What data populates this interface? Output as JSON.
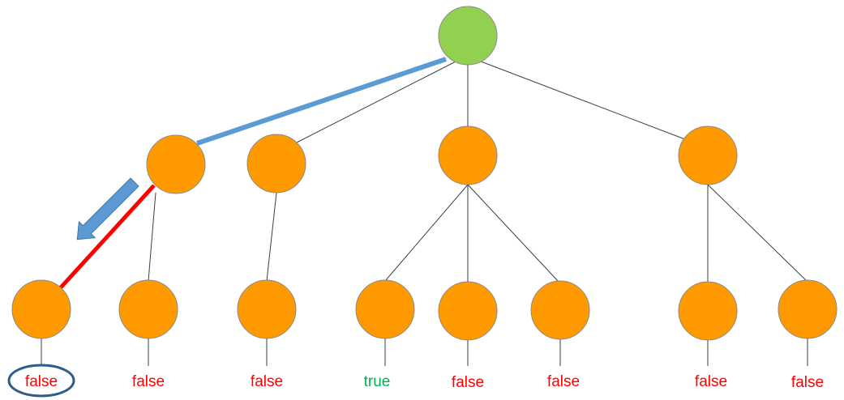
{
  "colors": {
    "root_fill": "#92d050",
    "node_fill": "#ff9900",
    "false_text": "#ff0000",
    "true_text": "#00b050",
    "highlight_blue": "#5b9bd5",
    "highlight_red": "#ff0000",
    "circle_outline": "#2f5d8a"
  },
  "tree": {
    "root": {
      "name": "root"
    },
    "internal": [
      {
        "name": "internal-node-1",
        "leaves": [
          "leaf-1",
          "leaf-2"
        ]
      },
      {
        "name": "internal-node-2",
        "leaves": [
          "leaf-3"
        ]
      },
      {
        "name": "internal-node-3",
        "leaves": [
          "leaf-4",
          "leaf-5",
          "leaf-6"
        ]
      },
      {
        "name": "internal-node-4",
        "leaves": [
          "leaf-7",
          "leaf-8"
        ]
      }
    ]
  },
  "leaves": [
    {
      "label": "false",
      "value": false,
      "selected": true
    },
    {
      "label": "false",
      "value": false
    },
    {
      "label": "false",
      "value": false
    },
    {
      "label": "true",
      "value": true
    },
    {
      "label": "false",
      "value": false
    },
    {
      "label": "false",
      "value": false
    },
    {
      "label": "false",
      "value": false
    },
    {
      "label": "false",
      "value": false
    }
  ],
  "path": {
    "traversed": [
      "root",
      "internal-node-1",
      "leaf-1"
    ],
    "search_arrow_icon": "arrow-down-left-icon"
  }
}
